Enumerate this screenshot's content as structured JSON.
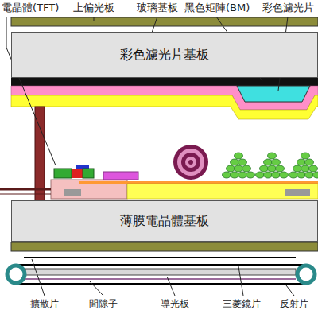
{
  "diagram": {
    "nodes": [
      {
        "text": [
          "彩色濾光片基板"
        ]
      },
      {
        "text": [
          "薄膜電晶體基板"
        ]
      }
    ],
    "labels": [
      "電晶體(TFT)",
      "上偏光板",
      "玻璃基板",
      "黑色矩陣(BM)",
      "彩色濾光片",
      "擴散片",
      "間隙子",
      "導光板",
      "三菱鏡片",
      "反射片"
    ]
  }
}
